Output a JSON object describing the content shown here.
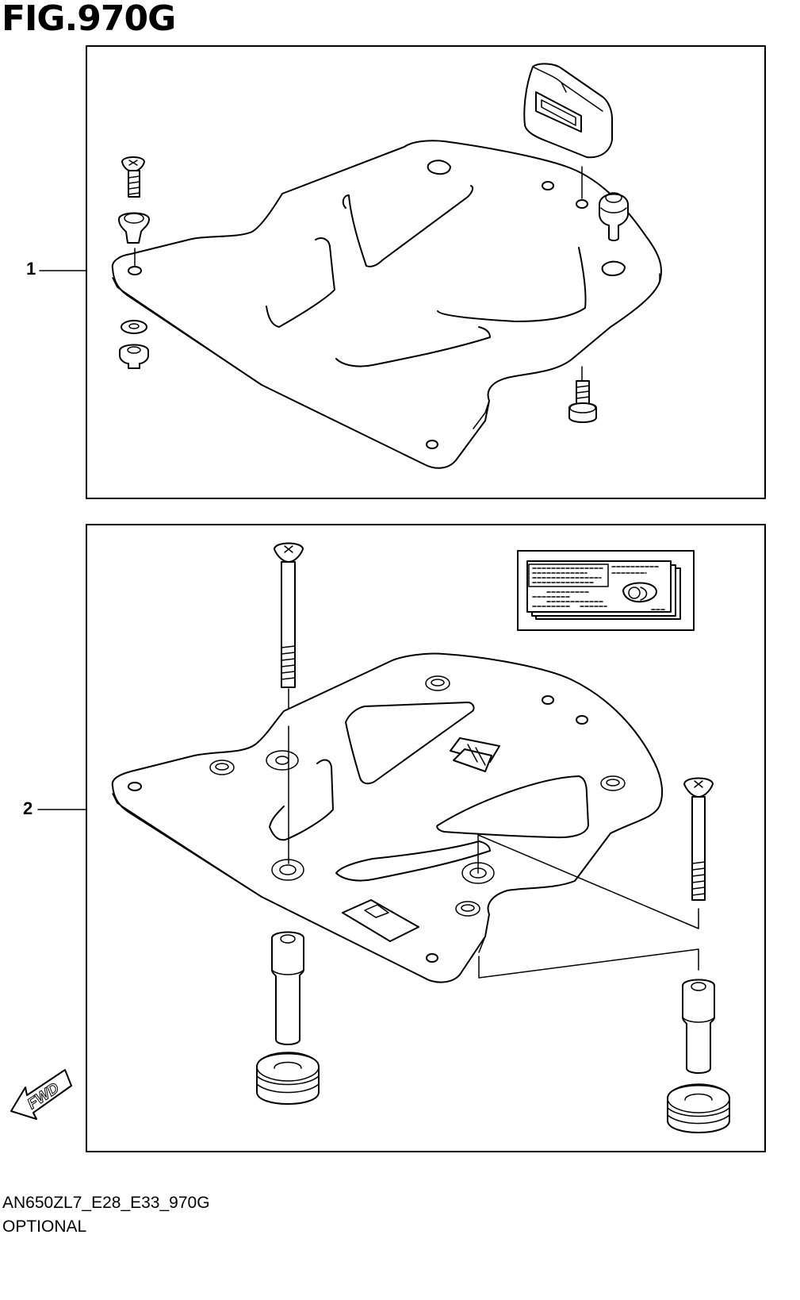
{
  "figure": {
    "title": "FIG.970G"
  },
  "callouts": [
    {
      "label": "1"
    },
    {
      "label": "2"
    }
  ],
  "fwd_label": "FWD",
  "footer": {
    "code": "AN650ZL7_E28_E33_970G",
    "note": "OPTIONAL"
  }
}
